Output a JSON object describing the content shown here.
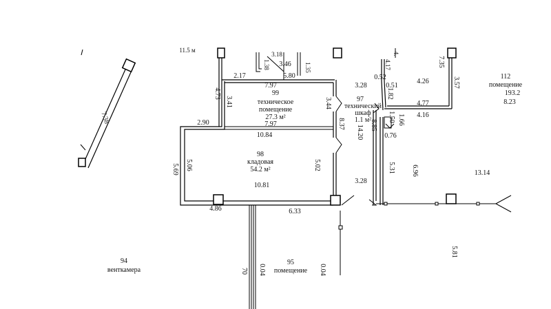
{
  "rooms": [
    {
      "id": "room-99",
      "number": "99",
      "name_lines": [
        "техническое",
        "помещение"
      ],
      "area": "27.3 м²"
    },
    {
      "id": "room-98",
      "number": "98",
      "name_lines": [
        "кладовая"
      ],
      "area": "54.2 м²"
    },
    {
      "id": "room-97",
      "number": "97",
      "name_lines": [
        "технический",
        "шкаф"
      ],
      "area": "1.1 м²"
    },
    {
      "id": "room-112",
      "number": "112",
      "name_lines": [
        "помещение"
      ],
      "area": "193.2"
    },
    {
      "id": "room-94",
      "number": "94",
      "name_lines": [
        "венткамера"
      ],
      "area": ""
    },
    {
      "id": "room-95",
      "number": "95",
      "name_lines": [
        "помещение"
      ],
      "area": ""
    }
  ],
  "dimensions": [
    "7.38",
    "3.18",
    "3.46",
    "1.38",
    "1.35",
    "2.17",
    "5.80",
    "7.97",
    "4.73",
    "3.41",
    "3.44",
    "8.37",
    "7.97",
    "2.90",
    "10.84",
    "5.69",
    "5.06",
    "5.02",
    "10.81",
    "4.86",
    "6.33",
    "3.28",
    "3.28",
    "14.20",
    "8.85",
    "1.82",
    "0.51",
    "0.52",
    "4.17",
    "4.26",
    "3.57",
    "7.35",
    "4.77",
    "4.16",
    "1.50",
    "1.66",
    "0.76",
    "5.31",
    "6.96",
    "13.14",
    "8.23",
    "5.81",
    "70",
    "0.04",
    "0.04",
    "4."
  ],
  "fragments": {
    "top_left": "11.5 м"
  }
}
